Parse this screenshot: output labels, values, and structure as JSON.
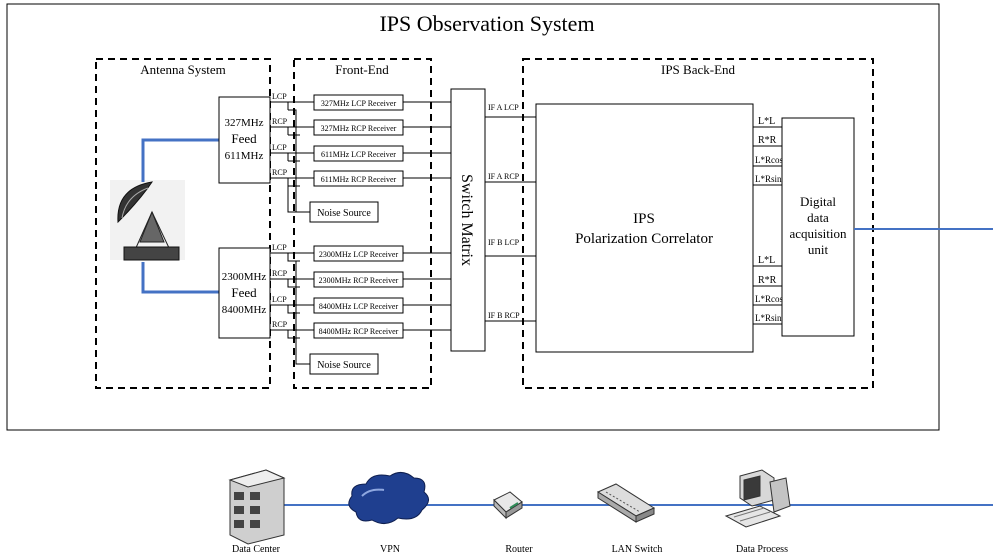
{
  "system": {
    "title": "IPS Observation System"
  },
  "groups": {
    "antenna": "Antenna System",
    "frontend": "Front-End",
    "backend": "IPS Back-End"
  },
  "feeds": {
    "feed1": [
      "327MHz",
      "Feed",
      "611MHz"
    ],
    "feed2": [
      "2300MHz",
      "Feed",
      "8400MHz"
    ],
    "ports": [
      "LCP",
      "RCP",
      "LCP",
      "RCP",
      "LCP",
      "RCP",
      "LCP",
      "RCP"
    ]
  },
  "receivers": [
    "327MHz LCP Receiver",
    "327MHz RCP Receiver",
    "611MHz LCP Receiver",
    "611MHz RCP Receiver",
    "2300MHz LCP Receiver",
    "2300MHz RCP Receiver",
    "8400MHz LCP Receiver",
    "8400MHz RCP Receiver"
  ],
  "noise_source": "Noise Source",
  "switch_matrix": "Switch Matrix",
  "if_labels": [
    "IF A LCP",
    "IF A RCP",
    "IF B LCP",
    "IF B RCP"
  ],
  "correlator": [
    "IPS",
    "Polarization Correlator"
  ],
  "outputs": [
    "L*L",
    "R*R",
    "L*Rcos",
    "L*Rsin",
    "L*L",
    "R*R",
    "L*Rcos",
    "L*Rsin"
  ],
  "daq": [
    "Digital",
    "data",
    "acquisition",
    "unit"
  ],
  "network": {
    "data_center": "Data Center",
    "vpn": "VPN",
    "router": "Router",
    "lan_switch": "LAN Switch",
    "data_process": "Data Process"
  },
  "colors": {
    "link": "#4472c4",
    "line": "#000000",
    "background": "#ffffff"
  }
}
